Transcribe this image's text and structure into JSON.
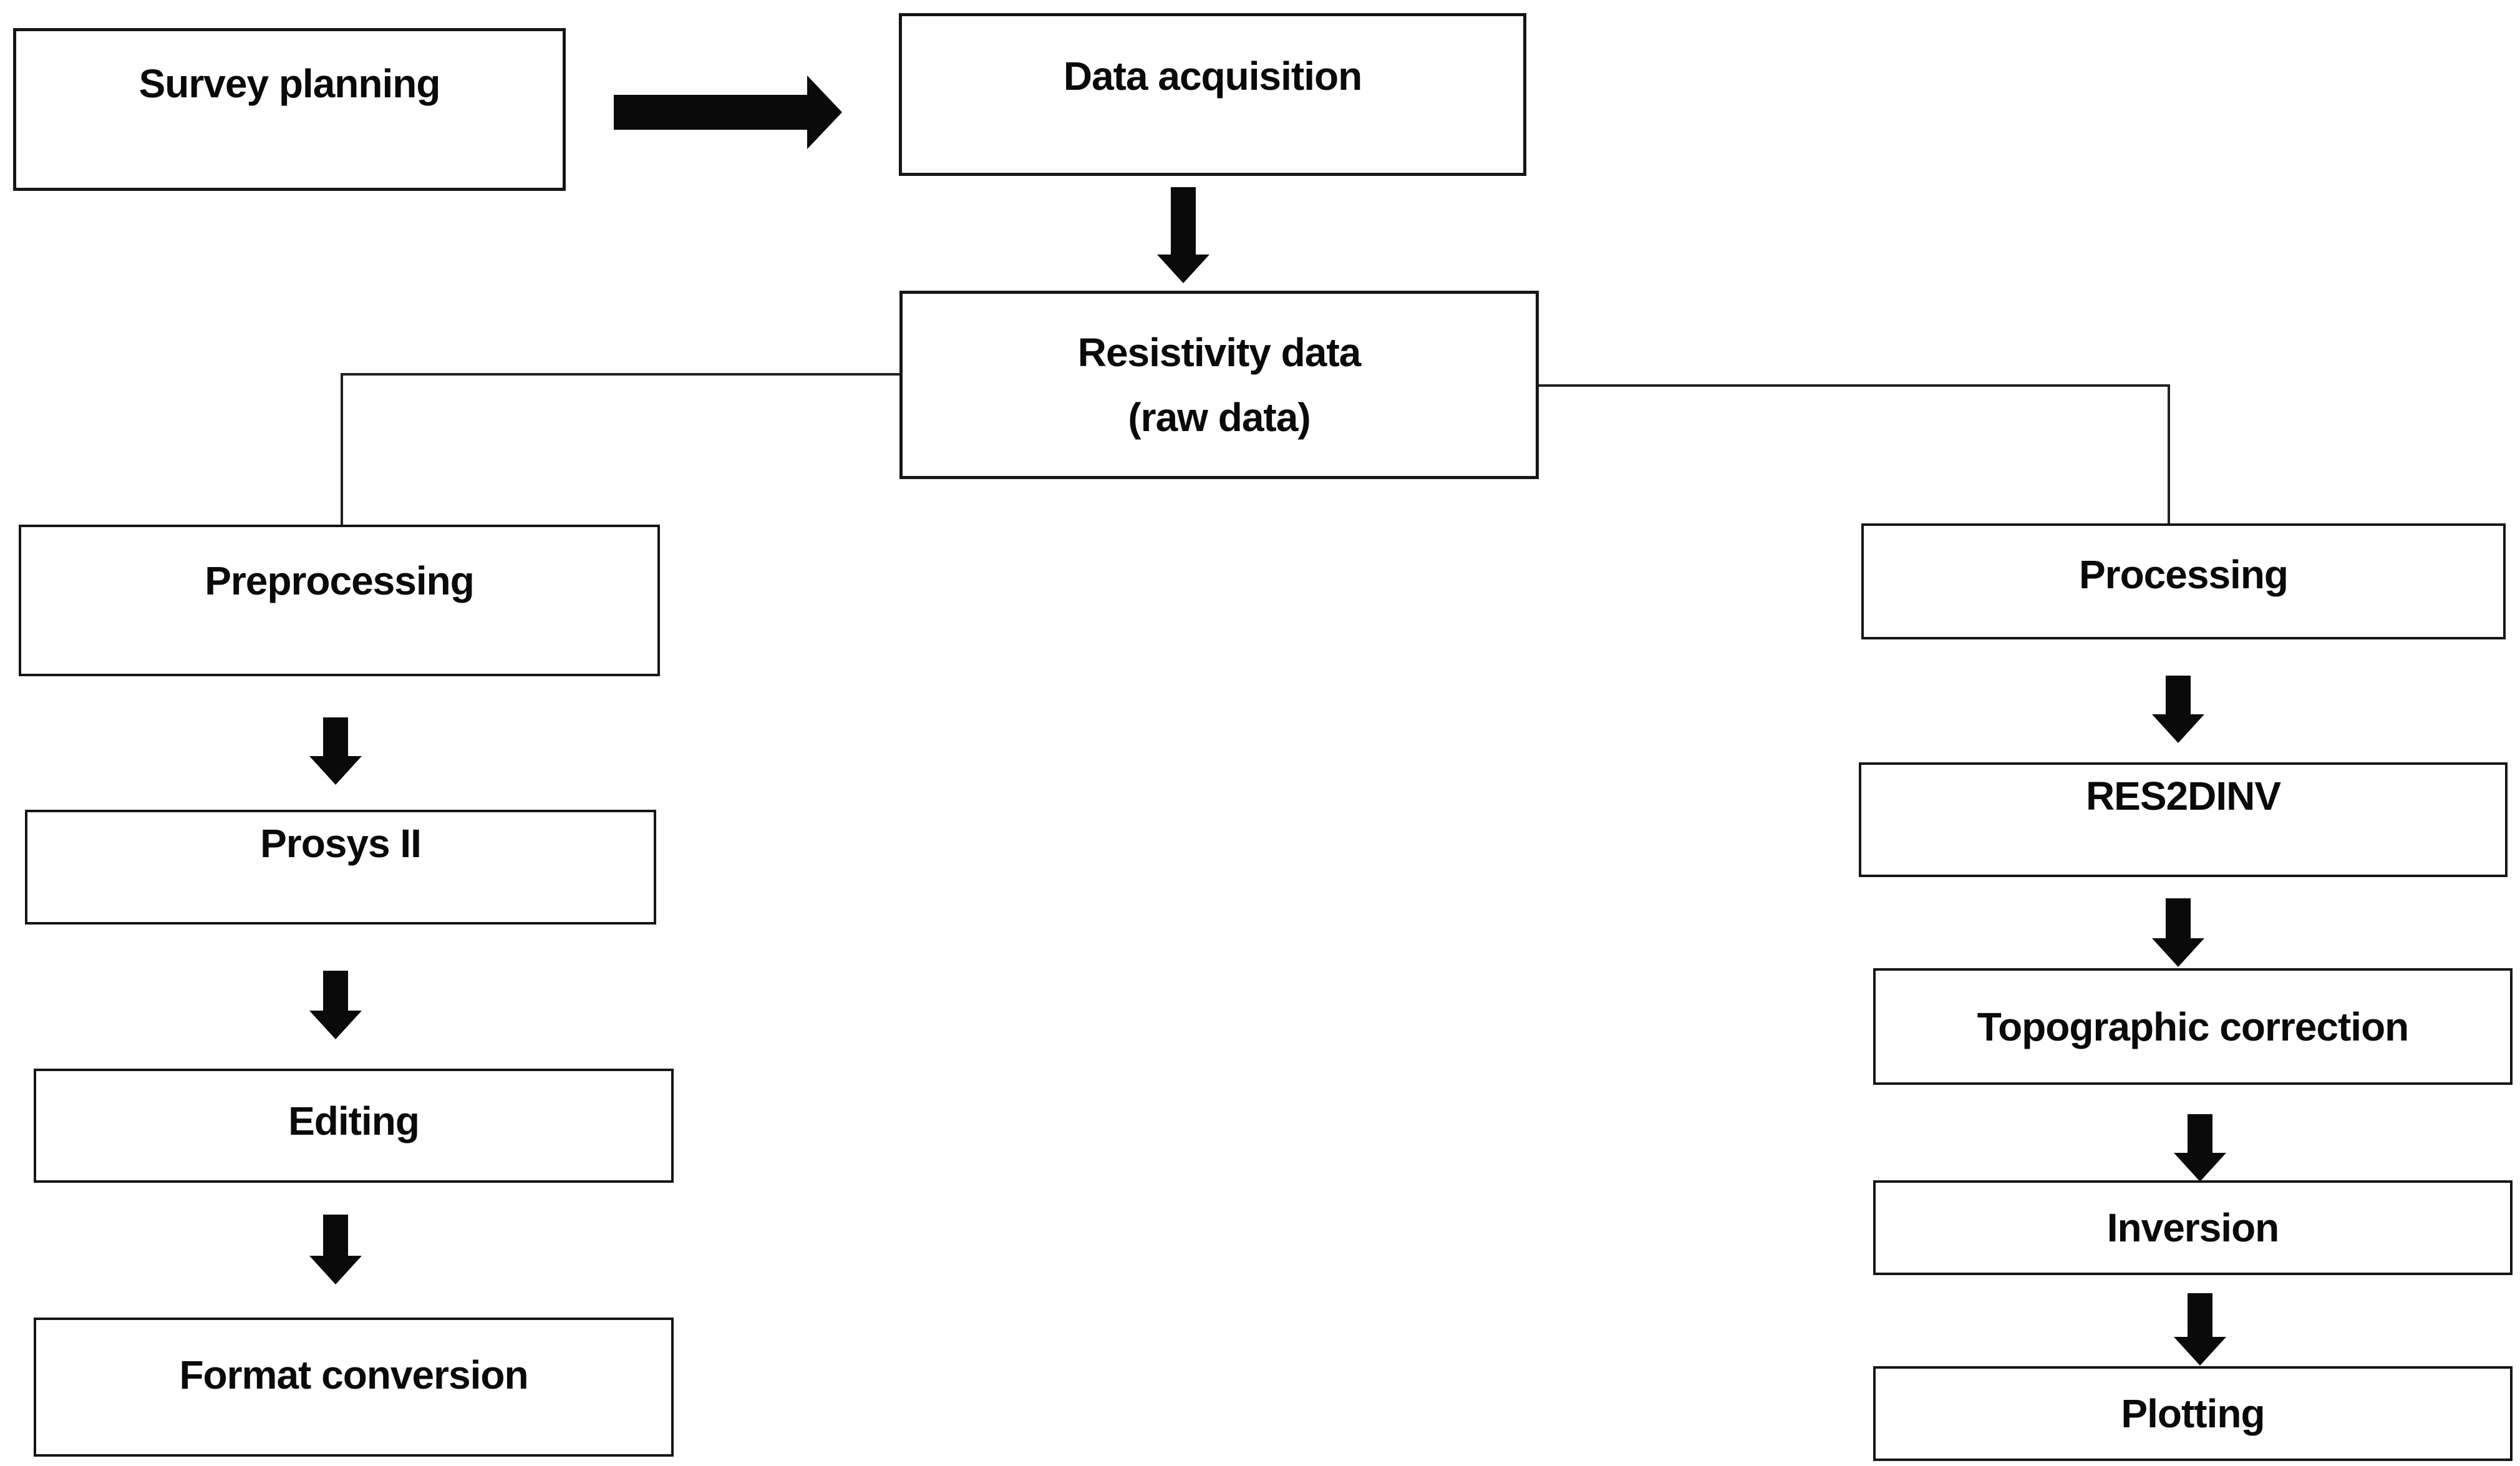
{
  "diagram_type": "flowchart",
  "colors": {
    "background": "#ffffff",
    "box_fill": "#ffffff",
    "box_border": "#161616",
    "text": "#0a0a0a",
    "arrow": "#0a0a0a",
    "connector_line": "#222222"
  },
  "nodes": {
    "survey_planning": {
      "label": "Survey planning"
    },
    "data_acquisition": {
      "label": "Data acquisition"
    },
    "resistivity_data": {
      "label": "Resistivity data",
      "sublabel": "(raw data)"
    },
    "preprocessing": {
      "label": "Preprocessing"
    },
    "prosys_ii": {
      "label": "Prosys II"
    },
    "editing": {
      "label": "Editing"
    },
    "format_conversion": {
      "label": "Format conversion"
    },
    "processing": {
      "label": "Processing"
    },
    "res2dinv": {
      "label": "RES2DINV"
    },
    "topographic_correction": {
      "label": "Topographic correction"
    },
    "inversion": {
      "label": "Inversion"
    },
    "plotting": {
      "label": "Plotting"
    }
  },
  "edges": [
    {
      "from": "survey_planning",
      "to": "data_acquisition",
      "style": "block-arrow-right"
    },
    {
      "from": "data_acquisition",
      "to": "resistivity_data",
      "style": "block-arrow-down"
    },
    {
      "from": "resistivity_data",
      "to": "preprocessing",
      "style": "elbow-line-left-down"
    },
    {
      "from": "resistivity_data",
      "to": "processing",
      "style": "elbow-line-right-down"
    },
    {
      "from": "preprocessing",
      "to": "prosys_ii",
      "style": "block-arrow-down"
    },
    {
      "from": "prosys_ii",
      "to": "editing",
      "style": "block-arrow-down"
    },
    {
      "from": "editing",
      "to": "format_conversion",
      "style": "block-arrow-down"
    },
    {
      "from": "processing",
      "to": "res2dinv",
      "style": "block-arrow-down"
    },
    {
      "from": "res2dinv",
      "to": "topographic_correction",
      "style": "block-arrow-down"
    },
    {
      "from": "topographic_correction",
      "to": "inversion",
      "style": "block-arrow-down"
    },
    {
      "from": "inversion",
      "to": "plotting",
      "style": "block-arrow-down"
    }
  ]
}
